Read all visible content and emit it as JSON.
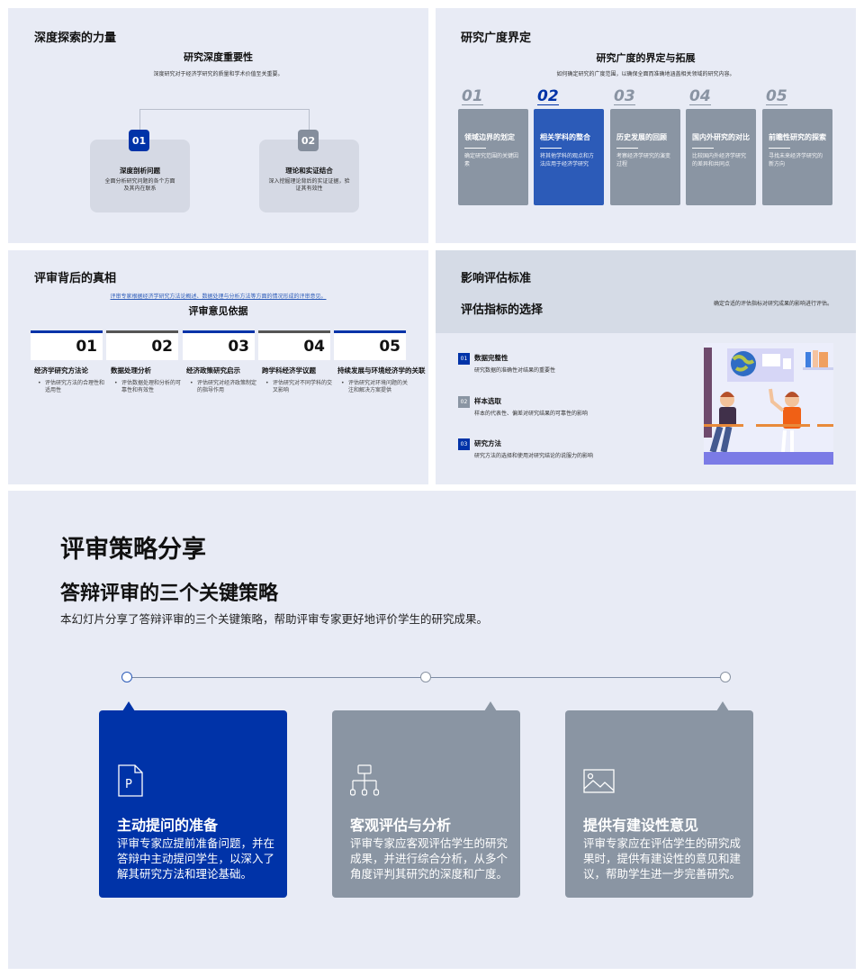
{
  "slide1": {
    "title": "深度探索的力量",
    "subtitle": "研究深度重要性",
    "desc": "深度研究对于经济学研究的质量和学术价值至关重要。",
    "items": [
      {
        "num": "01",
        "title": "深度剖析问题",
        "desc": "全面分析研究问题的各个方面及其内在联系"
      },
      {
        "num": "02",
        "title": "理论和实证结合",
        "desc": "深入挖掘理论背后的实证证据，验证其有效性"
      }
    ]
  },
  "slide2": {
    "title": "研究广度界定",
    "subtitle": "研究广度的界定与拓展",
    "desc": "如何确定研究的广度范围，以确保全面而准确地涵盖相关领域的研究内容。",
    "items": [
      {
        "num": "01",
        "title": "领域边界的划定",
        "desc": "确定研究范围的关键因素"
      },
      {
        "num": "02",
        "title": "相关学科的整合",
        "desc": "将其他学科的观点和方法应用于经济学研究"
      },
      {
        "num": "03",
        "title": "历史发展的回顾",
        "desc": "考察经济学研究的演变过程"
      },
      {
        "num": "04",
        "title": "国内外研究的对比",
        "desc": "比较国内外经济学研究的差异和共同点"
      },
      {
        "num": "05",
        "title": "前瞻性研究的探索",
        "desc": "寻找未来经济学研究的新方向"
      }
    ]
  },
  "slide3": {
    "title": "评审背后的真相",
    "link": "评审专家根据经济学研究方法论概述、数据处理与分析方法等方面的情况形成的评审意见。",
    "subtitle": "评审意见依据",
    "items": [
      {
        "num": "01",
        "title": "经济学研究方法论",
        "desc": "评估研究方法的合理性和适用性"
      },
      {
        "num": "02",
        "title": "数据处理分析",
        "desc": "评估数据处理和分析的可靠性和有效性"
      },
      {
        "num": "03",
        "title": "经济政策研究启示",
        "desc": "评估研究对经济政策制定的指导作用"
      },
      {
        "num": "04",
        "title": "跨学科经济学议题",
        "desc": "评估研究对不同学科的交叉影响"
      },
      {
        "num": "05",
        "title": "持续发展与环境经济学的关联",
        "desc": "评估研究对环境问题的关注和解决方案提供"
      }
    ]
  },
  "slide4": {
    "title": "影响评估标准",
    "subtitle": "评估指标的选择",
    "desc": "确定合适的评估指标对研究成果的影响进行评估。",
    "items": [
      {
        "num": "01",
        "title": "数据完整性",
        "desc": "研究数据的准确性对结果的重要性"
      },
      {
        "num": "02",
        "title": "样本选取",
        "desc": "样本的代表性、偏差对研究结果的可靠性的影响"
      },
      {
        "num": "03",
        "title": "研究方法",
        "desc": "研究方法的选择和使用对研究结论的说服力的影响"
      }
    ]
  },
  "slide5": {
    "title": "评审策略分享",
    "subtitle": "答辩评审的三个关键策略",
    "desc": "本幻灯片分享了答辩评审的三个关键策略，帮助评审专家更好地评价学生的研究成果。",
    "cards": [
      {
        "icon": "ppt-file-icon",
        "title": "主动提问的准备",
        "desc": "评审专家应提前准备问题，并在答辩中主动提问学生，以深入了解其研究方法和理论基础。"
      },
      {
        "icon": "org-chart-icon",
        "title": "客观评估与分析",
        "desc": "评审专家应客观评估学生的研究成果，并进行综合分析，从多个角度评判其研究的深度和广度。"
      },
      {
        "icon": "image-icon",
        "title": "提供有建设性意见",
        "desc": "评审专家应在评估学生的研究成果时，提供有建设性的意见和建议，帮助学生进一步完善研究。"
      }
    ]
  },
  "colors": {
    "accent": "#0033a8",
    "gray": "#8a95a3",
    "bg": "#e8ebf5"
  }
}
